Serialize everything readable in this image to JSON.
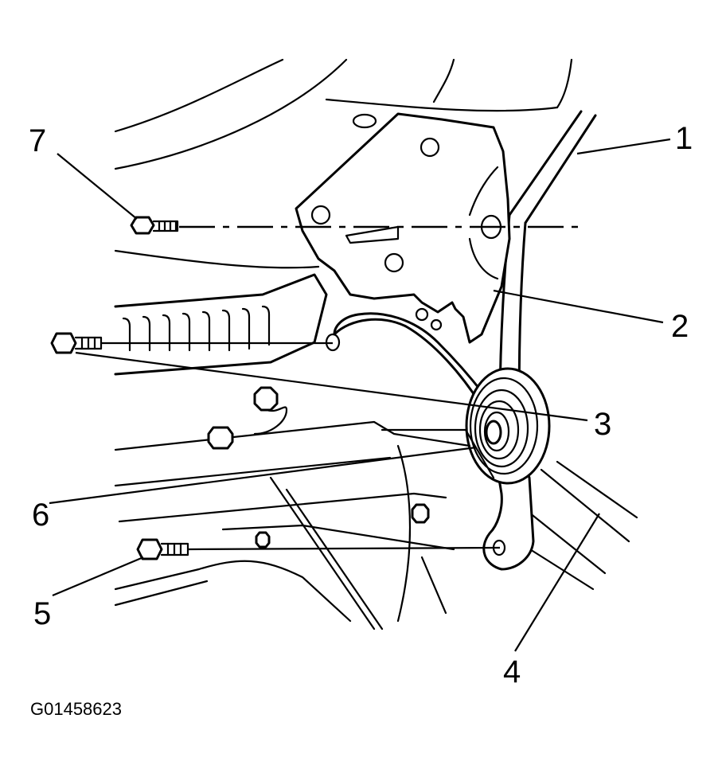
{
  "callouts": {
    "c1": "1",
    "c2": "2",
    "c3": "3",
    "c4": "4",
    "c5": "5",
    "c6": "6",
    "c7": "7"
  },
  "figure_id": "G01458623",
  "colors": {
    "ink": "#000000",
    "paper": "#ffffff"
  }
}
